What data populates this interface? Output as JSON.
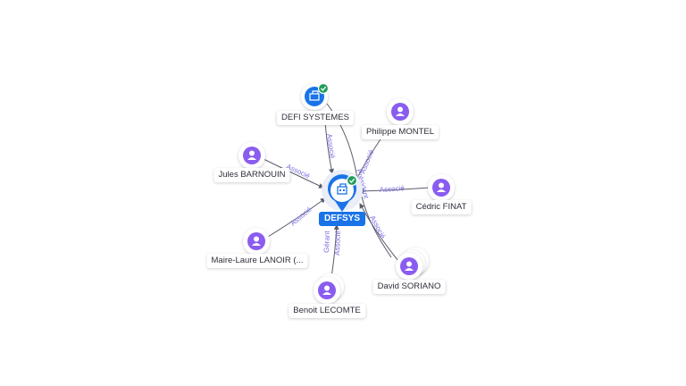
{
  "center": {
    "label": "DEFSYS",
    "icon": "building-icon",
    "badge_icon": "verified-check-icon"
  },
  "colors": {
    "edge": "#5b5b6b",
    "edge_label": "#7a6ee0",
    "person_node": "#8a5cf0",
    "company_node": "#1a73e8",
    "verified": "#1e9e5a"
  },
  "nodes": [
    {
      "id": "defi",
      "label": "DEFI SYSTEMES",
      "type": "company",
      "verified": true,
      "relations": [
        "Associé"
      ]
    },
    {
      "id": "montel",
      "label": "Philippe MONTEL",
      "type": "person",
      "relations": [
        "Associé",
        "Président"
      ]
    },
    {
      "id": "barnouin",
      "label": "Jules BARNOUIN",
      "type": "person",
      "relations": [
        "Associé"
      ]
    },
    {
      "id": "finat",
      "label": "Cédric FINAT",
      "type": "person",
      "relations": [
        "Associé"
      ]
    },
    {
      "id": "lanoir",
      "label": "Maire-Laure LANOIR (...",
      "type": "person",
      "relations": [
        "Associé"
      ]
    },
    {
      "id": "soriano",
      "label": "David SORIANO",
      "type": "person",
      "stacked": true,
      "relations": [
        "Associé"
      ]
    },
    {
      "id": "lecomte",
      "label": "Benoit LECOMTE",
      "type": "person",
      "stacked": true,
      "relations": [
        "Gérant",
        "Associé"
      ]
    }
  ]
}
